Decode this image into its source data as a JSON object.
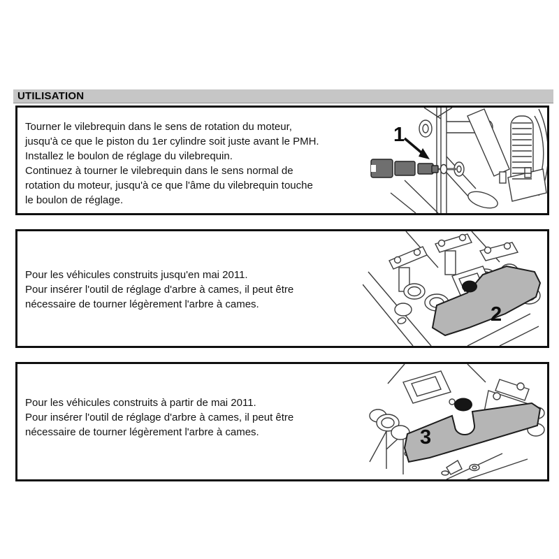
{
  "header": {
    "title": "UTILISATION"
  },
  "sections": [
    {
      "figure_label": "1",
      "figure_name": "crankshaft-setting-bolt-diagram",
      "lines": [
        "Tourner le vilebrequin dans le sens de rotation du moteur,",
        "jusqu'à ce que le piston du 1er cylindre soit juste avant le PMH.",
        "Installez le boulon de réglage du vilebrequin.",
        "Continuez à tourner le vilebrequin dans le sens normal de",
        "rotation du moteur, jusqu'à ce que l'âme du vilebrequin touche",
        "le boulon de réglage."
      ]
    },
    {
      "figure_label": "2",
      "figure_name": "camshaft-setting-tool-pre-may-2011-diagram",
      "lines": [
        "Pour les véhicules construits jusqu'en mai 2011.",
        "Pour insérer l'outil de réglage d'arbre à cames, il peut être",
        "nécessaire de tourner légèrement l'arbre à cames."
      ]
    },
    {
      "figure_label": "3",
      "figure_name": "camshaft-setting-tool-post-may-2011-diagram",
      "lines": [
        "Pour les véhicules construits à partir de mai 2011.",
        "Pour insérer l'outil de réglage d'arbre à cames, il peut être",
        "nécessaire de tourner légèrement l'arbre à cames."
      ]
    }
  ],
  "colors": {
    "header_bar": "#c6c6c6",
    "panel_border": "#0f0f0f",
    "tool_dark_gray": "#6f6f6f",
    "tool_plate_gray": "#b5b5b5",
    "locating_dot": "#161616",
    "line_art": "#3c3c3c"
  }
}
